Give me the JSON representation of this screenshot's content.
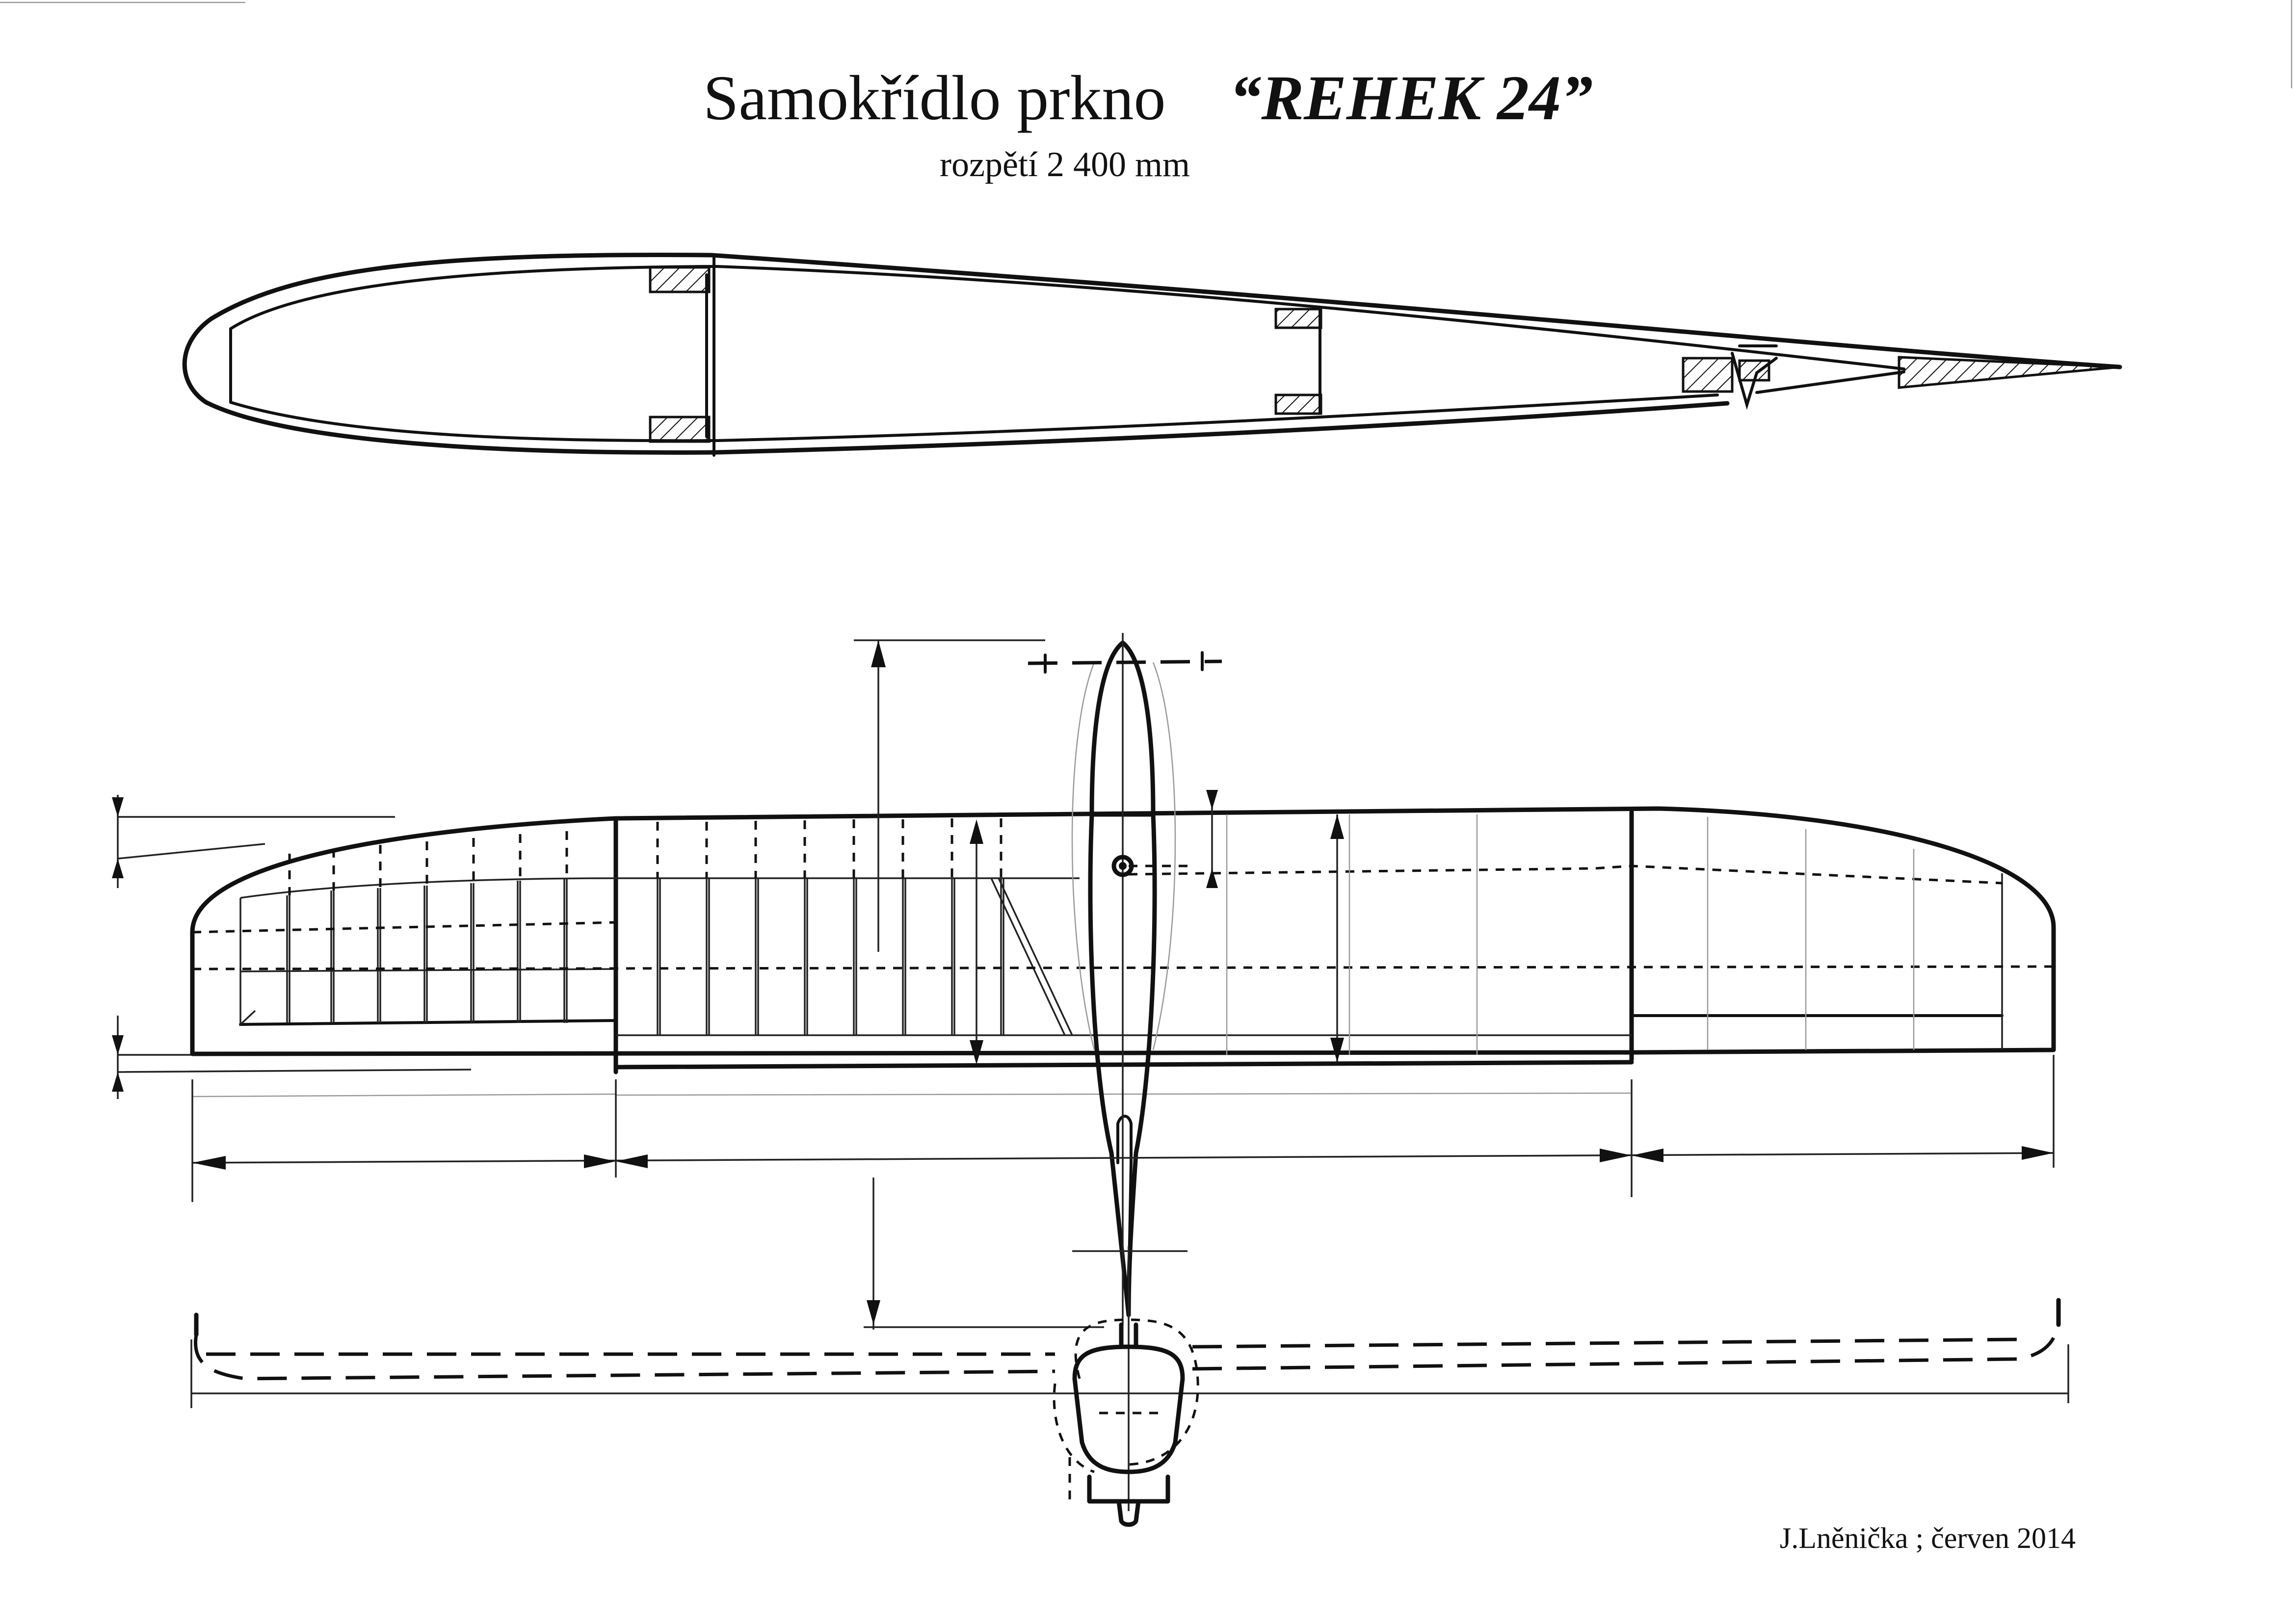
{
  "drawing": {
    "title_prefix": "Samokřídlo prkno",
    "title_name": "“REHEK  24”",
    "subtitle": "rozpětí   2 400 mm",
    "author": "J.Lněnička ; červen  2014"
  }
}
